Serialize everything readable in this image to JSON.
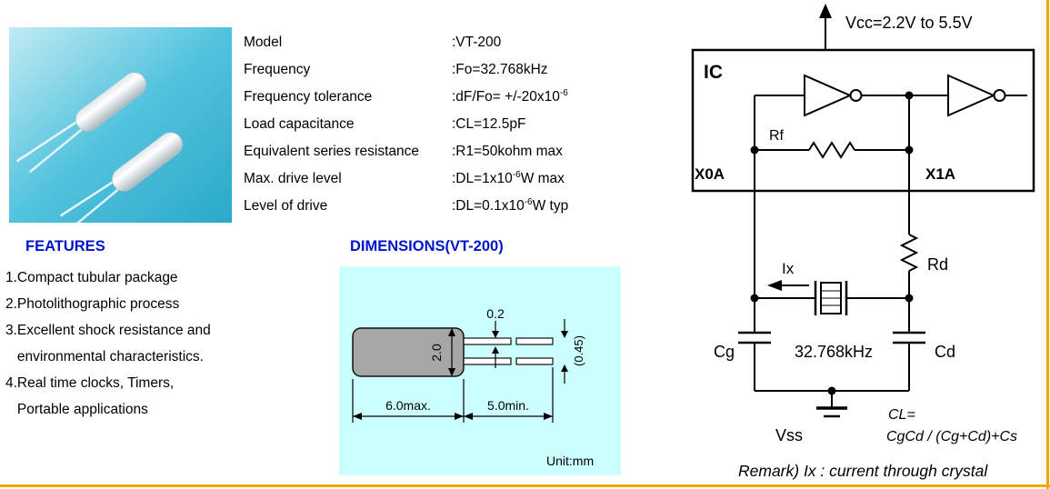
{
  "specs": {
    "rows": [
      {
        "label": "Model",
        "value": ":VT-200",
        "sup": "",
        "tail": ""
      },
      {
        "label": "Frequency",
        "value": ":Fo=32.768kHz",
        "sup": "",
        "tail": ""
      },
      {
        "label": "Frequency tolerance",
        "value": ":dF/Fo= +/-20x10",
        "sup": "-6",
        "tail": ""
      },
      {
        "label": "Load capacitance",
        "value": ":CL=12.5pF",
        "sup": "",
        "tail": ""
      },
      {
        "label": "Equivalent series resistance",
        "value": ":R1=50kohm max",
        "sup": "",
        "tail": ""
      },
      {
        "label": "Max. drive level",
        "value": ":DL=1x10",
        "sup": "-6",
        "tail": "W max"
      },
      {
        "label": "Level of drive",
        "value": ":DL=0.1x10",
        "sup": "-6",
        "tail": "W typ"
      }
    ]
  },
  "features": {
    "title": "FEATURES",
    "items": [
      "1.Compact tubular package",
      "2.Photolithographic process",
      "3.Excellent shock resistance and",
      "   environmental characteristics.",
      "4.Real time clocks, Timers,",
      "   Portable applications"
    ]
  },
  "dimensions": {
    "title": "DIMENSIONS(VT-200)",
    "body_length": "6.0max.",
    "lead_length": "5.0min.",
    "body_height": "2.0",
    "lead_thickness": "0.2",
    "lead_span": "(0.45)",
    "unit": "Unit:mm"
  },
  "circuit": {
    "vcc": "Vcc=2.2V  to 5.5V",
    "ic": "IC",
    "rf": "Rf",
    "x0a": "X0A",
    "x1a": "X1A",
    "ix": "Ix",
    "rd": "Rd",
    "cg": "Cg",
    "cd": "Cd",
    "crystal_freq": "32.768kHz",
    "vss": "Vss",
    "cl_line1": "CL=",
    "cl_line2": "CgCd / (Cg+Cd)+Cs",
    "remark": "Remark) Ix : current through crystal"
  },
  "colors": {
    "heading_blue": "#0014cc",
    "dim_box_bg": "#ccffff",
    "accent_line": "#f0a800"
  }
}
